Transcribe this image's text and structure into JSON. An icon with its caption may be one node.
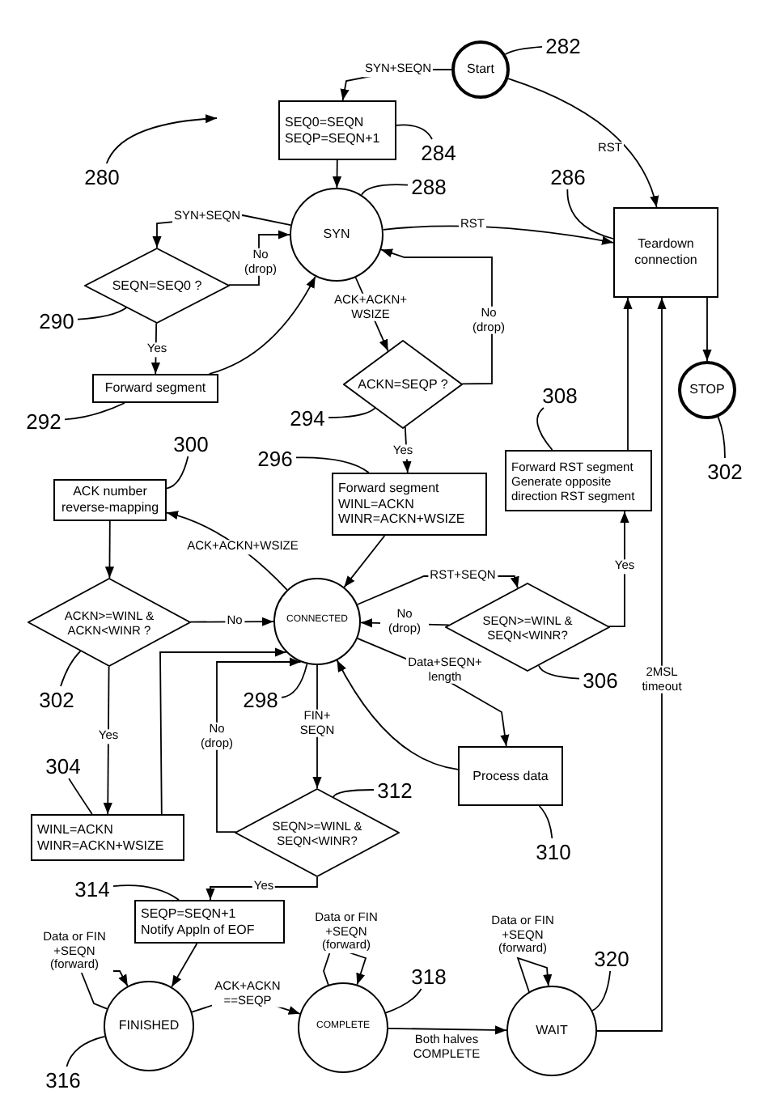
{
  "diagram": {
    "nodes": [
      {
        "text": [
          "Start"
        ]
      },
      {
        "text": [
          "SEQ0=SEQN",
          "SEQP=SEQN+1"
        ]
      },
      {
        "text": [
          "SYN"
        ]
      },
      {
        "text": [
          "Teardown connection"
        ]
      },
      {
        "text": [
          "STOP"
        ]
      },
      {
        "text": [
          "SEQN=SEQ0 ?"
        ]
      },
      {
        "text": [
          "Forward segment"
        ]
      },
      {
        "text": [
          "ACKN=SEQP ?"
        ]
      },
      {
        "text": [
          "Forward segment",
          "WINL=ACKN",
          "WINR=ACKN+WSIZE"
        ]
      },
      {
        "text": [
          "Forward RST segment",
          "Generate opposite direction RST segment"
        ]
      },
      {
        "text": [
          "ACK number reverse-mapping"
        ]
      },
      {
        "text": [
          "ACKN>=WINL & ACKN<WINR ?"
        ]
      },
      {
        "text": [
          "CONNECTED"
        ]
      },
      {
        "text": [
          "SEQN>=WINL & SEQN<WINR?"
        ]
      },
      {
        "text": [
          "WINL=ACKN",
          "WINR=ACKN+WSIZE"
        ]
      },
      {
        "text": [
          "SEQN>=WINL & SEQN<WINR?"
        ]
      },
      {
        "text": [
          "Process data"
        ]
      },
      {
        "text": [
          "SEQP=SEQN+1",
          "Notify Appln of EOF"
        ]
      },
      {
        "text": [
          "FINISHED"
        ]
      },
      {
        "text": [
          "COMPLETE"
        ]
      },
      {
        "text": [
          "WAIT"
        ]
      },
      {
        "text": [
          "282"
        ]
      },
      {
        "text": [
          "280"
        ]
      },
      {
        "text": [
          "284"
        ]
      },
      {
        "text": [
          "288"
        ]
      },
      {
        "text": [
          "286"
        ]
      },
      {
        "text": [
          "290"
        ]
      },
      {
        "text": [
          "292"
        ]
      },
      {
        "text": [
          "294"
        ]
      },
      {
        "text": [
          "308"
        ]
      },
      {
        "text": [
          "302"
        ]
      },
      {
        "text": [
          "300"
        ]
      },
      {
        "text": [
          "296"
        ]
      },
      {
        "text": [
          "302"
        ]
      },
      {
        "text": [
          "306"
        ]
      },
      {
        "text": [
          "298"
        ]
      },
      {
        "text": [
          "304"
        ]
      },
      {
        "text": [
          "312"
        ]
      },
      {
        "text": [
          "310"
        ]
      },
      {
        "text": [
          "314"
        ]
      },
      {
        "text": [
          "318"
        ]
      },
      {
        "text": [
          "320"
        ]
      },
      {
        "text": [
          "316"
        ]
      }
    ],
    "edges": [
      {
        "from": 0,
        "to": 1,
        "arrow": "to",
        "label": "SYN+SEQN"
      },
      {
        "from": 0,
        "to": 3,
        "arrow": "to",
        "label": "RST"
      },
      {
        "from": 1,
        "to": 2,
        "arrow": "to"
      },
      {
        "from": 2,
        "to": 3,
        "arrow": "to",
        "label": "RST"
      },
      {
        "from": 2,
        "to": 5,
        "arrow": "to",
        "label": "SYN+SEQN"
      },
      {
        "from": 5,
        "to": 2,
        "arrow": "to",
        "label": "No (drop)"
      },
      {
        "from": 5,
        "to": 6,
        "arrow": "to",
        "label": "Yes"
      },
      {
        "from": 6,
        "to": 2,
        "arrow": "to"
      },
      {
        "from": 2,
        "to": 7,
        "arrow": "to",
        "label": "ACK+ACKN+ WSIZE"
      },
      {
        "from": 7,
        "to": 2,
        "arrow": "to",
        "label": "No (drop)"
      },
      {
        "from": 7,
        "to": 8,
        "arrow": "to",
        "label": "Yes"
      },
      {
        "from": 8,
        "to": 12,
        "arrow": "to"
      },
      {
        "from": 12,
        "to": 10,
        "arrow": "to",
        "label": "ACK+ACKN+WSIZE"
      },
      {
        "from": 10,
        "to": 11,
        "arrow": "to"
      },
      {
        "from": 11,
        "to": 12,
        "arrow": "to",
        "label": "No"
      },
      {
        "from": 11,
        "to": 14,
        "arrow": "to",
        "label": "Yes"
      },
      {
        "from": 14,
        "to": 12,
        "arrow": "to"
      },
      {
        "from": 12,
        "to": 13,
        "arrow": "to",
        "label": "RST+SEQN"
      },
      {
        "from": 13,
        "to": 12,
        "arrow": "to",
        "label": "No (drop)"
      },
      {
        "from": 13,
        "to": 9,
        "arrow": "to",
        "label": "Yes"
      },
      {
        "from": 9,
        "to": 3,
        "arrow": "to"
      },
      {
        "from": 12,
        "to": 16,
        "arrow": "to",
        "label": "Data+SEQN+ length"
      },
      {
        "from": 16,
        "to": 12,
        "arrow": "to"
      },
      {
        "from": 12,
        "to": 15,
        "arrow": "to",
        "label": "FIN+ SEQN"
      },
      {
        "from": 15,
        "to": 12,
        "arrow": "to",
        "label": "No (drop)"
      },
      {
        "from": 15,
        "to": 17,
        "arrow": "to",
        "label": "Yes"
      },
      {
        "from": 17,
        "to": 18,
        "arrow": "to"
      },
      {
        "from": 18,
        "to": 18,
        "arrow": "to",
        "label": "Data or FIN +SEQN (forward)"
      },
      {
        "from": 18,
        "to": 19,
        "arrow": "to",
        "label": "ACK+ACKN ==SEQP"
      },
      {
        "from": 19,
        "to": 19,
        "arrow": "to",
        "label": "Data or FIN +SEQN (forward)"
      },
      {
        "from": 19,
        "to": 20,
        "arrow": "to",
        "label": "Both halves COMPLETE"
      },
      {
        "from": 20,
        "to": 20,
        "arrow": "to",
        "label": "Data or FIN +SEQN (forward)"
      },
      {
        "from": 20,
        "to": 3,
        "arrow": "to",
        "label": "2MSL timeout"
      },
      {
        "from": 3,
        "to": 4,
        "arrow": "to"
      },
      {
        "from": 21,
        "to": 0,
        "arrow": "none"
      },
      {
        "from": 22,
        "to": null,
        "arrow": "to"
      },
      {
        "from": 23,
        "to": 1,
        "arrow": "none"
      },
      {
        "from": 24,
        "to": 2,
        "arrow": "none"
      },
      {
        "from": 25,
        "to": 3,
        "arrow": "none"
      },
      {
        "from": 26,
        "to": 5,
        "arrow": "none"
      },
      {
        "from": 27,
        "to": 6,
        "arrow": "none"
      },
      {
        "from": 28,
        "to": 7,
        "arrow": "none"
      },
      {
        "from": 29,
        "to": 9,
        "arrow": "none"
      },
      {
        "from": 30,
        "to": 4,
        "arrow": "none"
      },
      {
        "from": 31,
        "to": 10,
        "arrow": "none"
      },
      {
        "from": 32,
        "to": 8,
        "arrow": "none"
      },
      {
        "from": 33,
        "to": 11,
        "arrow": "none"
      },
      {
        "from": 34,
        "to": 13,
        "arrow": "none"
      },
      {
        "from": 35,
        "to": 12,
        "arrow": "none"
      },
      {
        "from": 36,
        "to": 14,
        "arrow": "none"
      },
      {
        "from": 37,
        "to": 15,
        "arrow": "none"
      },
      {
        "from": 38,
        "to": 16,
        "arrow": "none"
      },
      {
        "from": 39,
        "to": 17,
        "arrow": "none"
      },
      {
        "from": 40,
        "to": 19,
        "arrow": "none"
      },
      {
        "from": 41,
        "to": 20,
        "arrow": "none"
      },
      {
        "from": 42,
        "to": 18,
        "arrow": "none"
      }
    ]
  }
}
